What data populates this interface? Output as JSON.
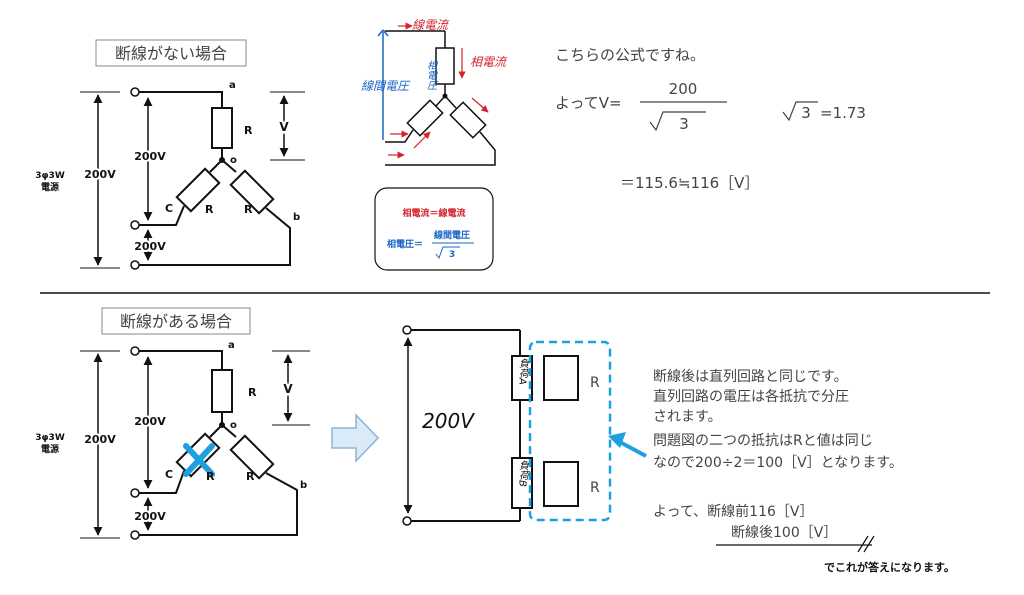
{
  "top": {
    "title": "断線がない場合",
    "source_label_1": "3φ3W",
    "source_label_2": "電源",
    "v200_left": "200V",
    "v200_mid": "200V",
    "v200_bot": "200V",
    "node_a": "a",
    "node_b": "b",
    "node_o": "o",
    "label_c": "C",
    "label_R_top": "R",
    "label_R_left": "R",
    "label_R_right": "R",
    "label_V": "V"
  },
  "sketch": {
    "line_current": "線電流",
    "phase_voltage_v": "相電圧",
    "phase_current": "相電流",
    "line_voltage": "線間電圧",
    "box_eq1": "相電流＝線電流",
    "box_eq2_left": "相電圧＝",
    "box_eq2_num": "線間電圧",
    "box_eq2_den": "3"
  },
  "formula": {
    "line1": "こちらの公式ですね。",
    "prefix": "よってV=",
    "numerator": "200",
    "den": "3",
    "sqrt_den": "3",
    "sqrt_val": "=1.73",
    "result": "＝115.6≒116［V］"
  },
  "bottom": {
    "title": "断線がある場合",
    "source_label_1": "3φ3W",
    "source_label_2": "電源",
    "v200_left": "200V",
    "v200_mid": "200V",
    "v200_bot": "200V",
    "node_a": "a",
    "node_b": "b",
    "node_o": "o",
    "label_c": "C",
    "label_R_top": "R",
    "label_R_left": "R",
    "label_R_right": "R",
    "label_V": "V",
    "circuit_voltage": "200V",
    "load_a": "負荷A",
    "load_b": "負荷B",
    "R1": "R",
    "R2": "R",
    "expl1": "断線後は直列回路と同じです。",
    "expl2": "直列回路の電圧は各抵抗で分圧",
    "expl3": "されます。",
    "expl4": "問題図の二つの抵抗はRと値は同じ",
    "expl5": "なので200÷2＝100［V］となります。",
    "ans1": "よって、断線前116［V］",
    "ans2": "断線後100［V］",
    "ans3": "でこれが答えになります。"
  },
  "colors": {
    "accent_red": "#d4232a",
    "accent_blue": "#1ea0e0",
    "ink": "#111111",
    "gray_text": "#444444"
  }
}
